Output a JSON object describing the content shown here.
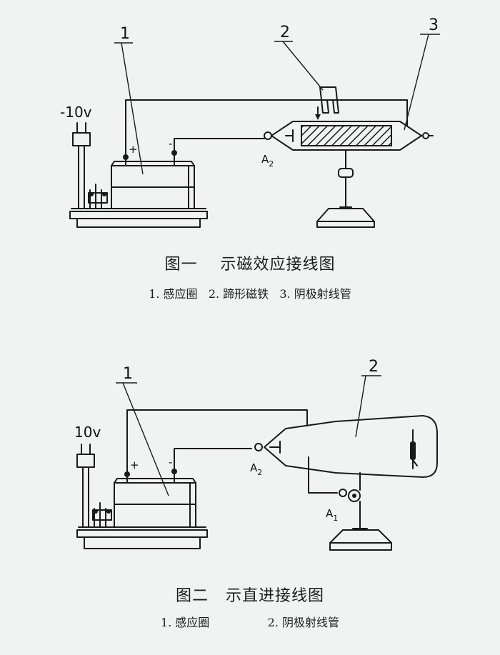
{
  "figure1": {
    "voltage": "-10v",
    "callouts": [
      "1",
      "2",
      "3"
    ],
    "terminal_plus": "+",
    "terminal_minus": "-",
    "anode_label": "A",
    "anode_sub": "2",
    "title": "图一    示磁效应接线图",
    "legend": "1. 感应圈   2. 蹄形磁铁   3. 阴极射线管"
  },
  "figure2": {
    "voltage": "10v",
    "callouts": [
      "1",
      "2"
    ],
    "terminal_plus": "+",
    "terminal_minus": "-",
    "anode2_label": "A",
    "anode2_sub": "2",
    "anode1_label": "A",
    "anode1_sub": "1",
    "title": "图二   示直进接线图",
    "legend": "1. 感应圈                2. 阴极射线管"
  },
  "colors": {
    "ink": "#1a1a1a",
    "paper": "#f1f2f2"
  }
}
